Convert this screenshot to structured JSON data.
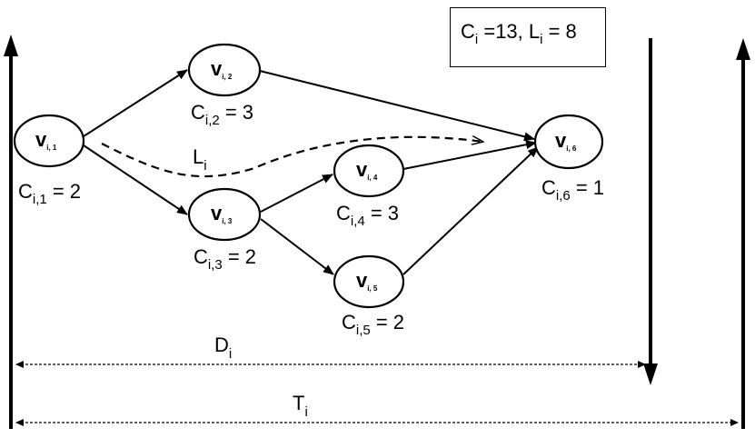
{
  "nodes": [
    {
      "id": "v11",
      "main": "v",
      "sub": "i, 1",
      "cost_main": "C",
      "cost_sub": "i,1",
      "cost_rest": " = 2"
    },
    {
      "id": "v12",
      "main": "v",
      "sub": "i, 2",
      "cost_main": "C",
      "cost_sub": "i,2",
      "cost_rest": " = 3"
    },
    {
      "id": "v13",
      "main": "v",
      "sub": "i, 3",
      "cost_main": "C",
      "cost_sub": "i,3",
      "cost_rest": " = 2"
    },
    {
      "id": "v14",
      "main": "v",
      "sub": "i, 4",
      "cost_main": "C",
      "cost_sub": "i,4",
      "cost_rest": " = 3"
    },
    {
      "id": "v15",
      "main": "v",
      "sub": "i, 5",
      "cost_main": "C",
      "cost_sub": "i,5",
      "cost_rest": " = 2"
    },
    {
      "id": "v16",
      "main": "v",
      "sub": "i, 6",
      "cost_main": "C",
      "cost_sub": "i,6",
      "cost_rest": " = 1"
    }
  ],
  "info": {
    "c_main": "C",
    "c_sub": "i",
    "c_rest": " =13, L",
    "l_sub": "i",
    "l_rest": " = 8"
  },
  "critical_path": {
    "main": "L",
    "sub": "i"
  },
  "deadline": {
    "main": "D",
    "sub": "i"
  },
  "period": {
    "main": "T",
    "sub": "i"
  }
}
